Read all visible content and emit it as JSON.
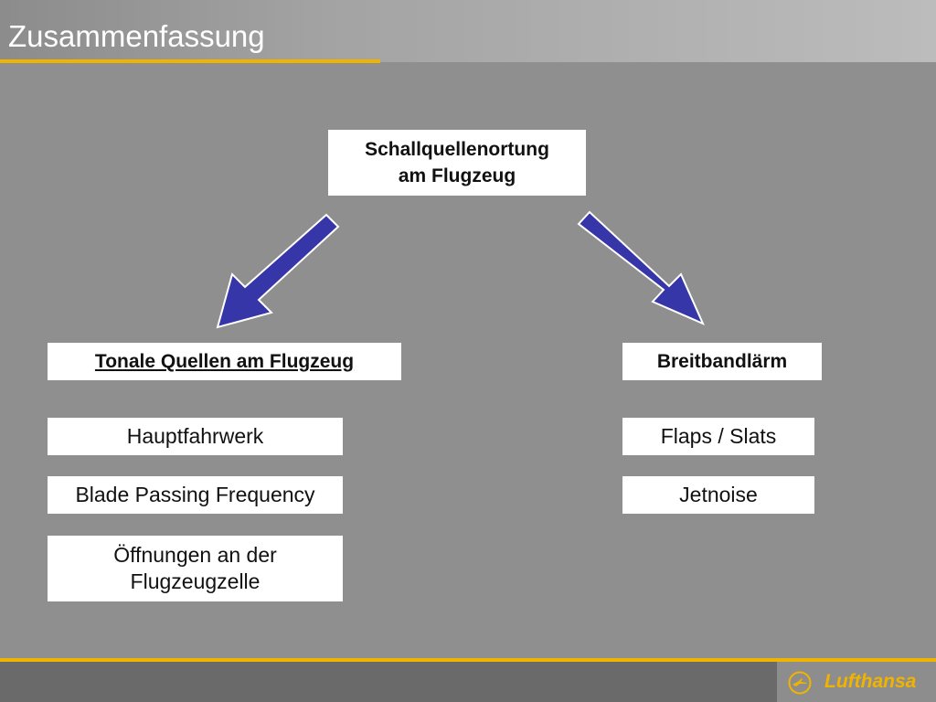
{
  "header": {
    "title": "Zusammenfassung"
  },
  "diagram": {
    "root": {
      "line1": "Schallquellenortung",
      "line2": "am Flugzeug"
    },
    "left_branch": {
      "heading": "Tonale Quellen am Flugzeug",
      "items": [
        "Hauptfahrwerk",
        "Blade Passing Frequency"
      ],
      "item3_line1": "Öffnungen an der",
      "item3_line2": "Flugzeugzelle"
    },
    "right_branch": {
      "heading": "Breitbandlärm",
      "items": [
        "Flaps / Slats",
        "Jetnoise"
      ]
    }
  },
  "colors": {
    "arrow": "#3636a8",
    "accent": "#f0b400"
  },
  "footer": {
    "logo_text": "Lufthansa",
    "logo_icon": "crane-logo-icon"
  }
}
